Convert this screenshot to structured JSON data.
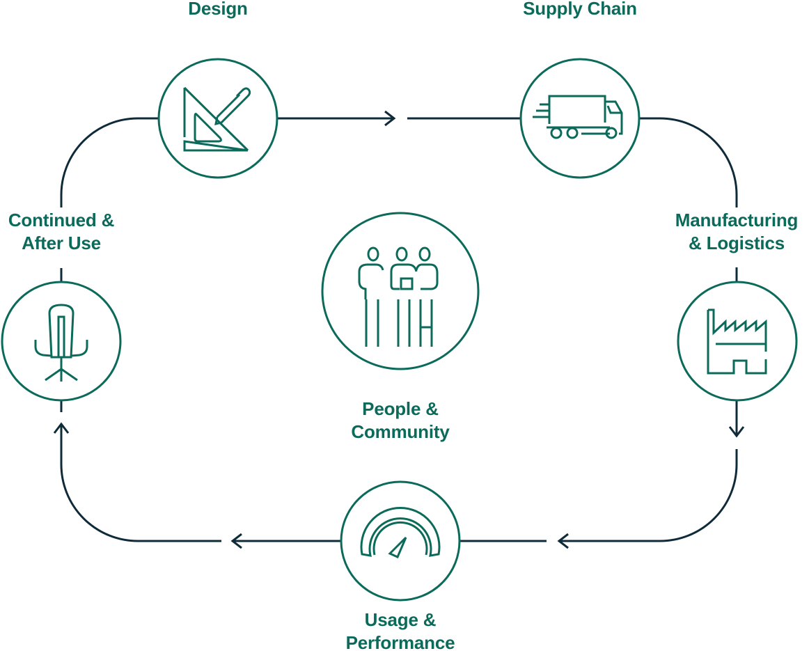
{
  "colors": {
    "accent": "#0b6a5a",
    "connector": "#0f2b3a"
  },
  "stages": {
    "design": {
      "label": "Design",
      "icon": "set-square-pencil-icon"
    },
    "supply_chain": {
      "label": "Supply Chain",
      "icon": "delivery-truck-icon"
    },
    "manufacturing": {
      "line1": "Manufacturing",
      "line2": "& Logistics",
      "icon": "factory-icon"
    },
    "usage": {
      "line1": "Usage &",
      "line2": "Performance",
      "icon": "gauge-icon"
    },
    "continued": {
      "line1": "Continued &",
      "line2": "After Use",
      "icon": "office-chair-icon"
    },
    "people": {
      "line1": "People &",
      "line2": "Community",
      "icon": "people-group-icon"
    }
  }
}
